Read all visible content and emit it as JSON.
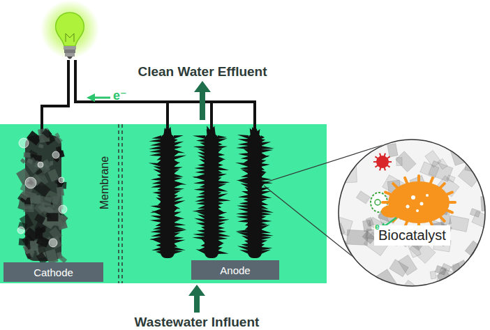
{
  "diagram": {
    "nodes": [
      {
        "text": [
          "Cathode"
        ]
      },
      {
        "text": [
          "Anode"
        ]
      },
      {
        "text": [
          "Biocatalyst"
        ]
      }
    ],
    "labels": [
      "Clean Water Effluent",
      "e⁻",
      "Membrane",
      "e",
      "Wastewater Influent"
    ]
  }
}
